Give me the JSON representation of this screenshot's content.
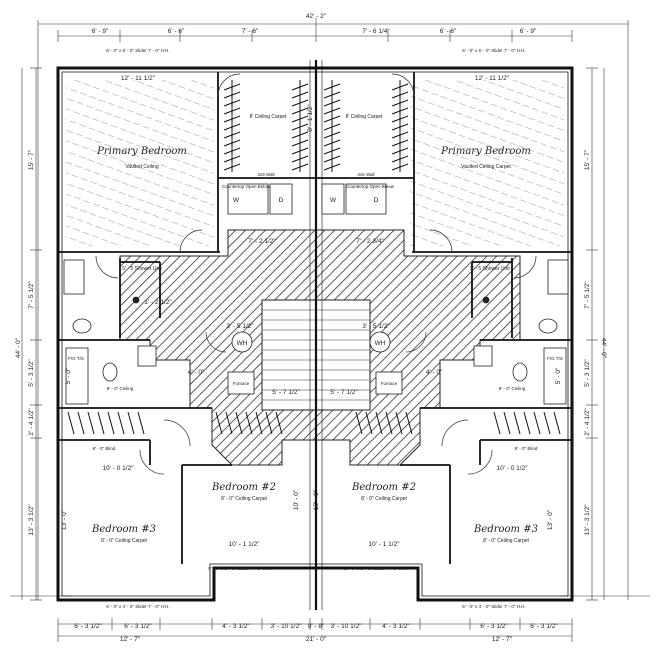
{
  "overall": {
    "width_top": "42' - 2\"",
    "depth_left": "44' - 0\"",
    "depth_right": "44' - 0\""
  },
  "top_dims": [
    "6' - 9\"",
    "6' - 6\"",
    "7' - 6\"",
    "7' - 6 1/4\"",
    "6' - 6\"",
    "6' - 9\""
  ],
  "left_dims": [
    "15' - 7\"",
    "7' - 5 1/2\"",
    "5' - 3 1/2\"",
    "2' - 4 1/2\"",
    "13' - 3 1/2\""
  ],
  "right_dims": [
    "15' - 7\"",
    "7' - 5 1/2\"",
    "5' - 3 1/2\"",
    "2' - 4 1/2\"",
    "13' - 3 1/2\""
  ],
  "bottom_dims_1": [
    "6' - 3 1/2\"",
    "6' - 3 1/2\"",
    "4' - 3 1/2\"",
    "3' - 10 1/2\"",
    "0' - 8\"",
    "3' - 10 1/2\"",
    "4' - 3 1/2\"",
    "6' - 3 1/2\"",
    "6' - 3 1/2\""
  ],
  "bottom_dims_2": [
    "12' - 7\"",
    "21' - 0\"",
    "12' - 7\""
  ],
  "rooms": {
    "primary": "Primary Bedroom",
    "primary_note": "Vaulted Ceiling",
    "primary_note_right": "Vaulted Ceiling Carpet",
    "bed2": "Bedroom #2",
    "bed3": "Bedroom #3",
    "ceiling_8_carpet": "8' - 0\" Ceiling Carpet",
    "closet_ceiling": "8' Ceiling Carpet"
  },
  "labels": {
    "windows_top": "6' - 0\" x 6' - 0\" Slider 7' - 0\" H.H.",
    "slider_bottom": "5' - 0\" x 5' - 0\" Slider 7' - 0\" H.H.",
    "window_bottom_corner": "6' - 0\" x 4' - 0\" Slider 7' - 0\" H.H.",
    "width_12_11": "12' - 11 1/2\"",
    "dim_10_0": "10' - 0 1/2\"",
    "dim_10_1": "10' - 1 1/2\"",
    "dim_13_0": "13' - 0\"",
    "dim_10_0v": "10' - 0\"",
    "dim_7_2L": "7' - 2 1/2\"",
    "dim_7_2R": "7' - 2 3/4\"",
    "dim_1_2": "1' - 2 1/2\"",
    "dim_3_5": "3' - 5 1/2\"",
    "dim_5_7": "5' - 7 1/2\"",
    "dim_8_12": "8' - 1 1/2\"",
    "dim_5_0": "5' - 0\"",
    "dim_4_0": "4' - 0\"",
    "shower": "5' - 5 Shower Unit",
    "countertop": "Countertop Open Below",
    "wall": "2x6 Wall",
    "wh": "WH",
    "w": "W",
    "d": "D",
    "ceiling_8": "8' - 0\" Ceiling",
    "blind": "8' - 0\" Blind",
    "furnace": "Furnace",
    "ft": "F/G T/S"
  }
}
